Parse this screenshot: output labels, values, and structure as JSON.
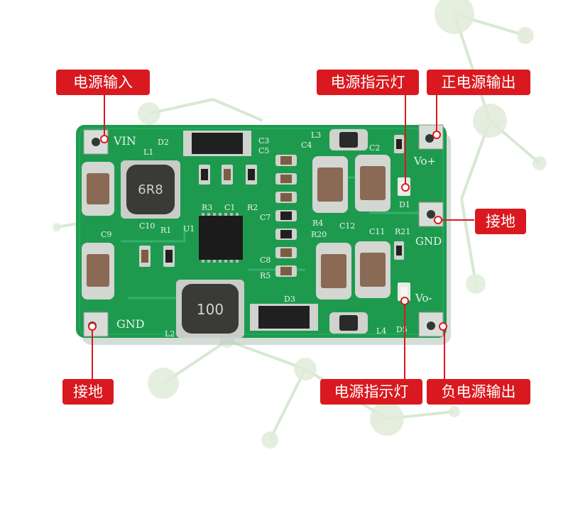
{
  "callouts": {
    "power_input": "电源输入",
    "power_indicator_top": "电源指示灯",
    "positive_output": "正电源输出",
    "ground_right": "接地",
    "ground_left": "接地",
    "power_indicator_bottom": "电源指示灯",
    "negative_output": "负电源输出"
  },
  "board": {
    "silkscreen": {
      "vin": "VIN",
      "gnd_left": "GND",
      "vo_plus": "Vo+",
      "gnd_right": "GND",
      "vo_minus": "Vo-",
      "l1": "L1",
      "l2": "L2",
      "l3": "L3",
      "l4": "L4",
      "d1": "D1",
      "d2": "D2",
      "d3": "D3",
      "d5": "D5",
      "u1": "U1",
      "r1": "R1",
      "r2": "R2",
      "r3": "R3",
      "r4": "R4",
      "r5": "R5",
      "r20": "R20",
      "r21": "R21",
      "c1": "C1",
      "c2": "C2",
      "c3": "C3",
      "c4": "C4",
      "c5": "C5",
      "c7": "C7",
      "c8": "C8",
      "c9": "C9",
      "c10": "C10",
      "c11": "C11",
      "c12": "C12"
    },
    "inductor_l1_marking": "6R8",
    "inductor_l2_marking": "100"
  },
  "colors": {
    "callout": "#d9191f",
    "pcb": "#1e9a4f",
    "pcb_dark": "#15803f"
  }
}
